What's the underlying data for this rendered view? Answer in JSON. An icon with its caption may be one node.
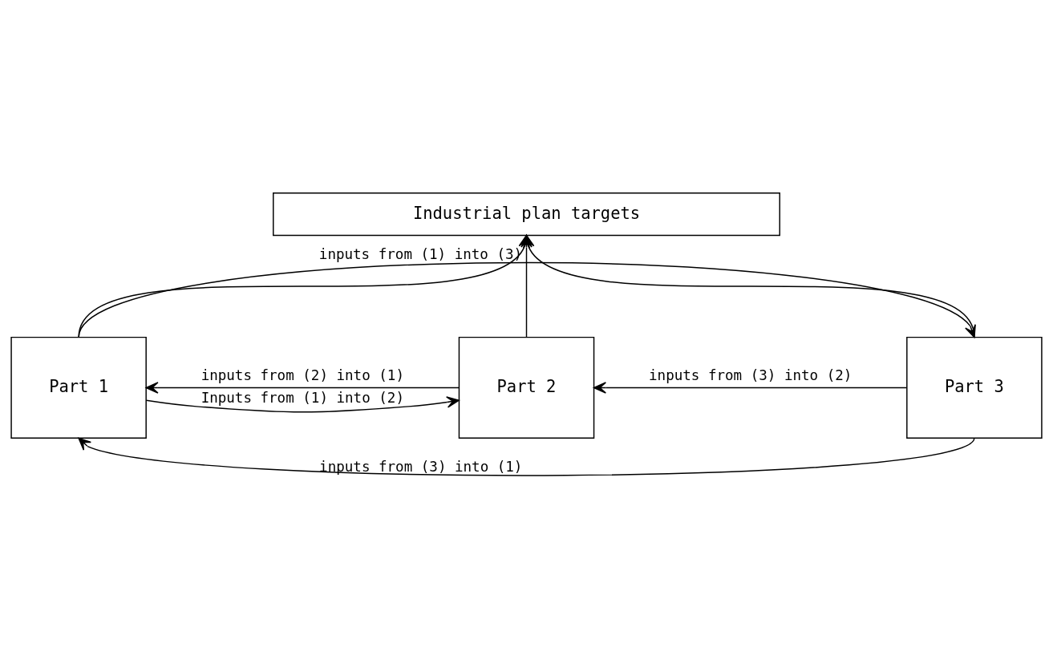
{
  "diagram": {
    "nodes": [
      {
        "text": [
          "Industrial plan targets"
        ]
      },
      {
        "text": [
          "Part 1"
        ]
      },
      {
        "text": [
          "Part 2"
        ]
      },
      {
        "text": [
          "Part 3"
        ]
      }
    ],
    "edges": [
      {
        "from": 1,
        "to": 0,
        "arrow": "to"
      },
      {
        "from": 2,
        "to": 0,
        "arrow": "to"
      },
      {
        "from": 3,
        "to": 0,
        "arrow": "to"
      },
      {
        "from": 1,
        "to": 3,
        "arrow": "to",
        "label": "inputs from (1) into (3)"
      },
      {
        "from": 2,
        "to": 1,
        "arrow": "to",
        "label": "inputs from (2) into (1)"
      },
      {
        "from": 3,
        "to": 2,
        "arrow": "to",
        "label": "inputs from (3) into (2)"
      },
      {
        "from": 1,
        "to": 2,
        "arrow": "to",
        "label": "Inputs from (1) into (2)"
      },
      {
        "from": 3,
        "to": 1,
        "arrow": "to",
        "label": "inputs from (3) into (1)"
      }
    ]
  }
}
